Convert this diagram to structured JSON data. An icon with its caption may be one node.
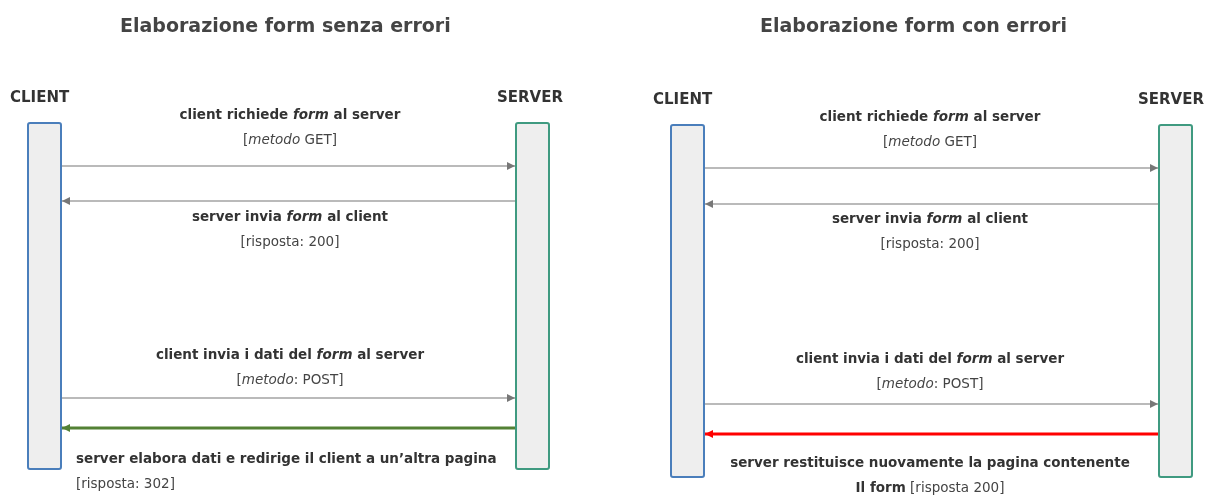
{
  "diagram": {
    "nodes": [
      {
        "text": [
          "CLIENT"
        ]
      },
      {
        "text": [
          "SERVER"
        ]
      },
      {
        "text": [
          "CLIENT"
        ]
      },
      {
        "text": [
          "SERVER"
        ]
      }
    ],
    "edges": [
      {
        "from": 0,
        "to": 1,
        "arrow": "to",
        "label": "**client richiede *form* al server** [*metodo* GET]"
      },
      {
        "from": 1,
        "to": 0,
        "arrow": "to",
        "label": "**server invia *form* al client** [risposta: 200]"
      },
      {
        "from": 0,
        "to": 1,
        "arrow": "to",
        "label": "**client invia i dati del *form* al server** [*metodo*: POST]"
      },
      {
        "from": 1,
        "to": 0,
        "arrow": "to",
        "style": "thick",
        "color": "#538135",
        "label": "**server elabora dati e redirige il client a un’altra pagina** [risposta: 302]"
      },
      {
        "from": 2,
        "to": 3,
        "arrow": "to",
        "label": "**client richiede *form* al server** [*metodo* GET]"
      },
      {
        "from": 3,
        "to": 2,
        "arrow": "to",
        "label": "**server invia *form* al client** [risposta: 200]"
      },
      {
        "from": 2,
        "to": 3,
        "arrow": "to",
        "label": "**client invia i dati del *form* al server** [*metodo*: POST]"
      },
      {
        "from": 3,
        "to": 2,
        "arrow": "to",
        "style": "thick",
        "color": "#ff0000",
        "label": "**server restituisce nuovamente la pagina contenente Il form** [risposta 200]"
      }
    ],
    "labels": [
      "Elaborazione form senza errori",
      "Elaborazione form con errori"
    ]
  }
}
